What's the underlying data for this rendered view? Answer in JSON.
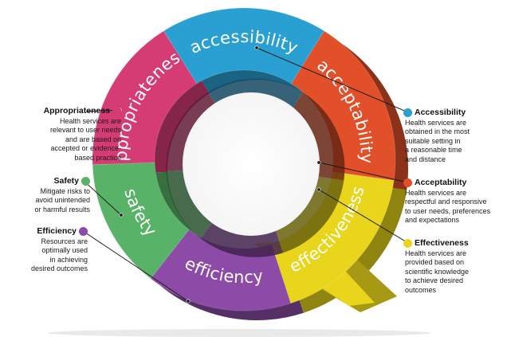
{
  "segments": [
    {
      "key": "accessibility",
      "label": "accessibility",
      "color": "#2aa0d2"
    },
    {
      "key": "acceptability",
      "label": "acceptability",
      "color": "#e2502a"
    },
    {
      "key": "effectiveness",
      "label": "effectiveness",
      "color": "#e9d51c"
    },
    {
      "key": "efficiency",
      "label": "efficiency",
      "color": "#8c4ba6"
    },
    {
      "key": "safety",
      "label": "safety",
      "color": "#58b368"
    },
    {
      "key": "appropriateness",
      "label": "appropriateness",
      "color": "#d63c74"
    }
  ],
  "callouts": {
    "appropriateness": {
      "title": "Appropriateness",
      "lines": [
        "Health services are",
        "relevant to user needs",
        "and are based on",
        "accepted or evidence-",
        "based practice"
      ],
      "color": "#d63c74"
    },
    "safety": {
      "title": "Safety",
      "lines": [
        "Mitigate risks to",
        "avoid unintended",
        "or harmful results"
      ],
      "color": "#58b368"
    },
    "efficiency": {
      "title": "Efficiency",
      "lines": [
        "Resources are",
        "optimally used",
        "in achieving",
        "desired outcomes"
      ],
      "color": "#8c4ba6"
    },
    "accessibility": {
      "title": "Accessibility",
      "lines": [
        "Health services are",
        "obtained in the most",
        "suitable setting in",
        "a reasonable time",
        "and distance"
      ],
      "color": "#2aa0d2"
    },
    "acceptability": {
      "title": "Acceptability",
      "lines": [
        "Health services are",
        "respectful and responsive",
        "to user needs, preferences",
        "and expectations"
      ],
      "color": "#e2502a"
    },
    "effectiveness": {
      "title": "Effectiveness",
      "lines": [
        "Health services are",
        "provided based on",
        "scientific knowledge",
        "to achieve desired",
        "outcomes"
      ],
      "color": "#e9d51c"
    }
  }
}
